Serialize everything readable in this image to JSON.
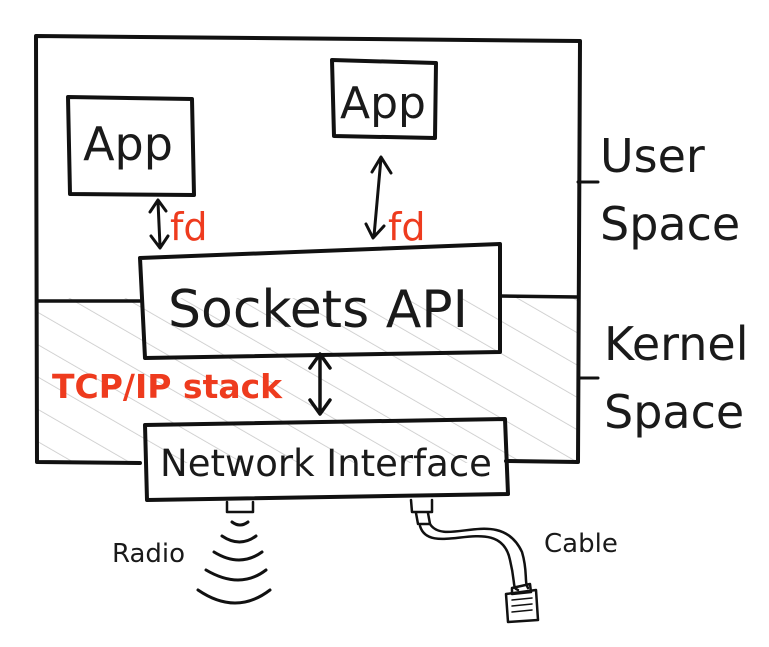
{
  "diagram": {
    "user_space_label_line1": "User",
    "user_space_label_line2": "Space",
    "kernel_space_label_line1": "Kernel",
    "kernel_space_label_line2": "Space",
    "app_left_label": "App",
    "app_right_label": "App",
    "fd_left_label": "fd",
    "fd_right_label": "fd",
    "sockets_api_label": "Sockets API",
    "tcpip_stack_label": "TCP/IP stack",
    "network_interface_label": "Network Interface",
    "radio_label": "Radio",
    "cable_label": "Cable",
    "colors": {
      "annotation_red": "#ee3b1e",
      "ink": "#111111",
      "kernel_hatch": "#c8c8c8"
    }
  }
}
